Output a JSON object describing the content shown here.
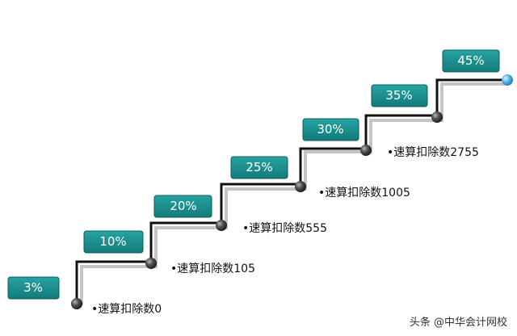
{
  "steps": [
    {
      "rate": "3%",
      "deduction": "•速算扣除数0"
    },
    {
      "rate": "10%",
      "deduction": "•速算扣除数105"
    },
    {
      "rate": "20%",
      "deduction": "•速算扣除数555"
    },
    {
      "rate": "25%",
      "deduction": "•速算扣除数1005"
    },
    {
      "rate": "30%",
      "deduction": "•速算扣除数2755"
    },
    {
      "rate": "35%",
      "deduction": ""
    },
    {
      "rate": "45%",
      "deduction": ""
    }
  ],
  "watermark": "头条 @中华会计网校",
  "colors": {
    "badge": "#188a8a",
    "badge_border": "#0b5e5e",
    "line": "#111111",
    "shadow": "#bdbdbd",
    "node": "#3a3a3a",
    "end_node": "#57b6e6"
  }
}
